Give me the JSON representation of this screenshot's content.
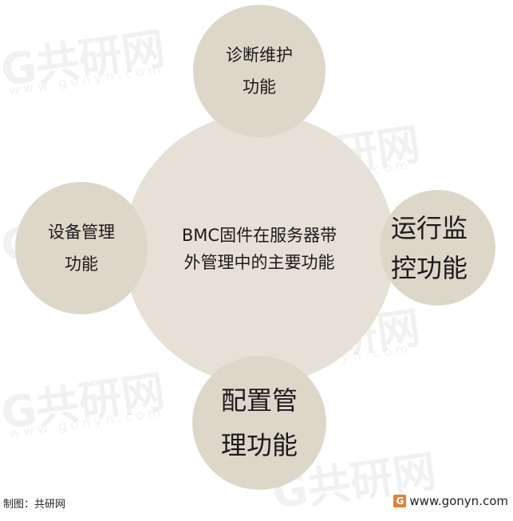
{
  "diagram": {
    "center": "BMC固件在服务器带\n外管理中的主要功能",
    "top": "诊断维护\n功能",
    "left": "设备管理\n功能",
    "right": "运行监\n控功能",
    "bottom": "配置管\n理功能"
  },
  "footer": {
    "credit": "制图：共研网",
    "logo_letter": "G",
    "site": "www.gonyn.com"
  },
  "watermark": {
    "brand": "共研网",
    "site": "www.gonyn.com"
  }
}
